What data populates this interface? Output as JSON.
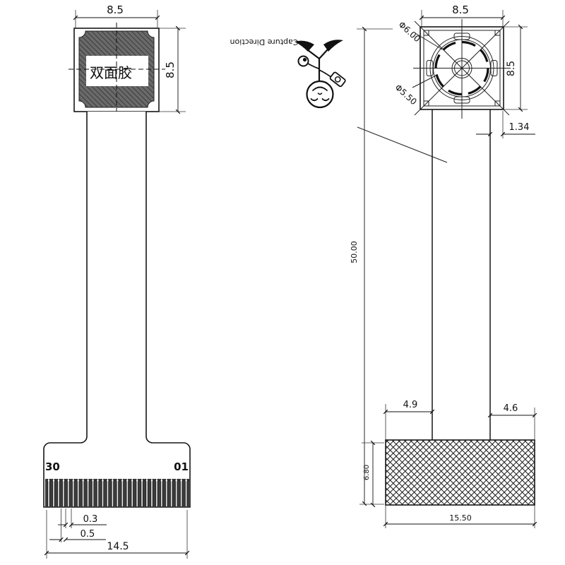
{
  "left_view": {
    "top_width": "8.5",
    "side_height": "8.5",
    "adhesive_label": "双面胶",
    "pin_start": "30",
    "pin_end": "01",
    "dim_pin_width": "0.3",
    "dim_pin_pitch": "0.5",
    "dim_connector_width": "14.5"
  },
  "capture": {
    "label": "Capture Direction"
  },
  "right_view": {
    "top_width": "8.5",
    "side_height": "8.5",
    "dia_outer": "Φ6.00",
    "dia_inner": "Φ5.50",
    "dim_offset": "1.34",
    "dim_length": "50.00",
    "dim_stiffener_left": "4.9",
    "dim_stiffener_right": "4.6",
    "dim_stiffener_height": "6.80",
    "dim_stiffener_width": "15.50"
  }
}
